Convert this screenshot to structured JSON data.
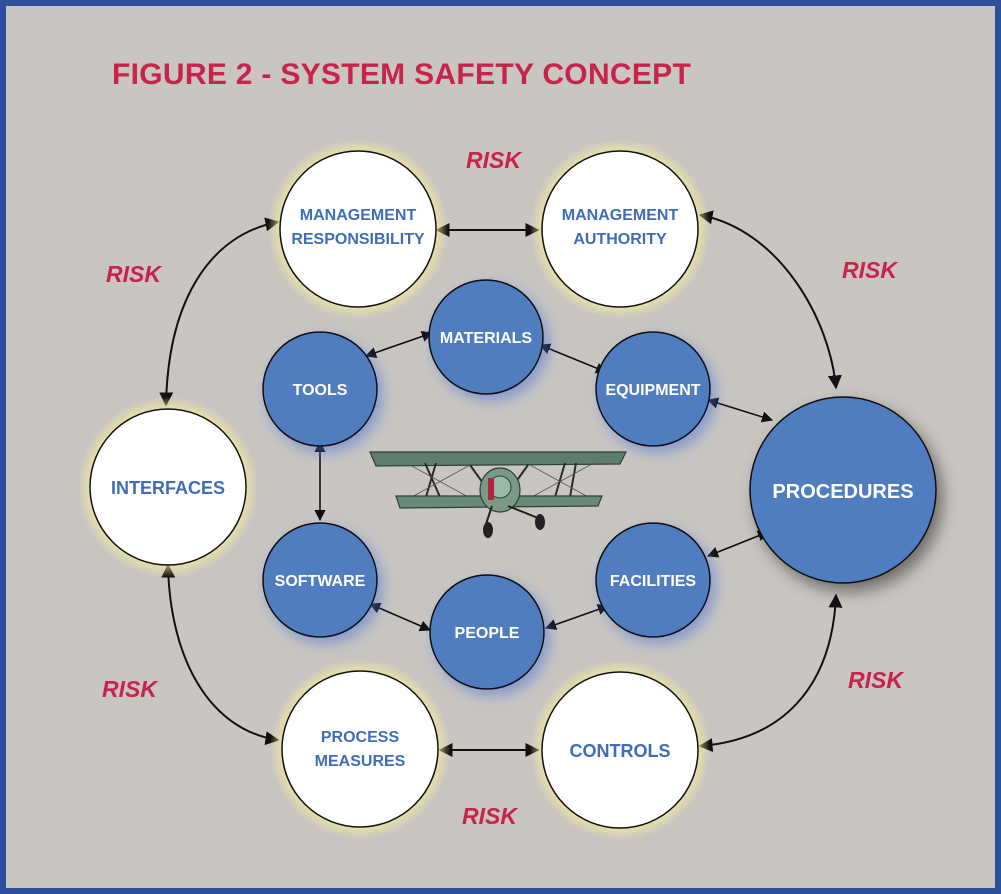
{
  "title": "FIGURE 2 - SYSTEM SAFETY CONCEPT",
  "colors": {
    "frame": "#2e4f9a",
    "background": "#c9c6c1",
    "title": "#c8234a",
    "risk": "#c8234a",
    "node_blue": "#4f7dc0",
    "outer_text": "#3f6db7",
    "inner_text": "#ffffff"
  },
  "risk_label": "RISK",
  "outer_nodes": {
    "management_responsibility": [
      "MANAGEMENT",
      "RESPONSIBILITY"
    ],
    "management_authority": [
      "MANAGEMENT",
      "AUTHORITY"
    ],
    "interfaces": [
      "INTERFACES"
    ],
    "procedures": [
      "PROCEDURES"
    ],
    "process_measures": [
      "PROCESS",
      "MEASURES"
    ],
    "controls": [
      "CONTROLS"
    ]
  },
  "inner_nodes": {
    "materials": "MATERIALS",
    "tools": "TOOLS",
    "equipment": "EQUIPMENT",
    "software": "SOFTWARE",
    "facilities": "FACILITIES",
    "people": "PEOPLE"
  },
  "center_image": "biplane"
}
